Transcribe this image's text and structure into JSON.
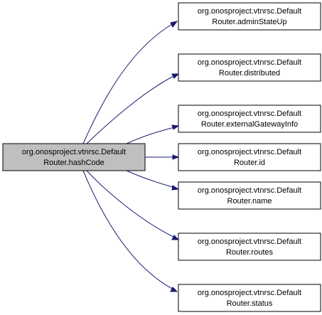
{
  "diagram": {
    "source": {
      "line1": "org.onosproject.vtnrsc.Default",
      "line2": "Router.hashCode"
    },
    "targets": [
      {
        "line1": "org.onosproject.vtnrsc.Default",
        "line2": "Router.adminStateUp"
      },
      {
        "line1": "org.onosproject.vtnrsc.Default",
        "line2": "Router.distributed"
      },
      {
        "line1": "org.onosproject.vtnrsc.Default",
        "line2": "Router.externalGatewayInfo"
      },
      {
        "line1": "org.onosproject.vtnrsc.Default",
        "line2": "Router.id"
      },
      {
        "line1": "org.onosproject.vtnrsc.Default",
        "line2": "Router.name"
      },
      {
        "line1": "org.onosproject.vtnrsc.Default",
        "line2": "Router.routes"
      },
      {
        "line1": "org.onosproject.vtnrsc.Default",
        "line2": "Router.status"
      }
    ],
    "colors": {
      "edge": "#191970",
      "source_fill": "#bfbfbf",
      "node_fill": "#ffffff",
      "border": "#000000"
    }
  }
}
